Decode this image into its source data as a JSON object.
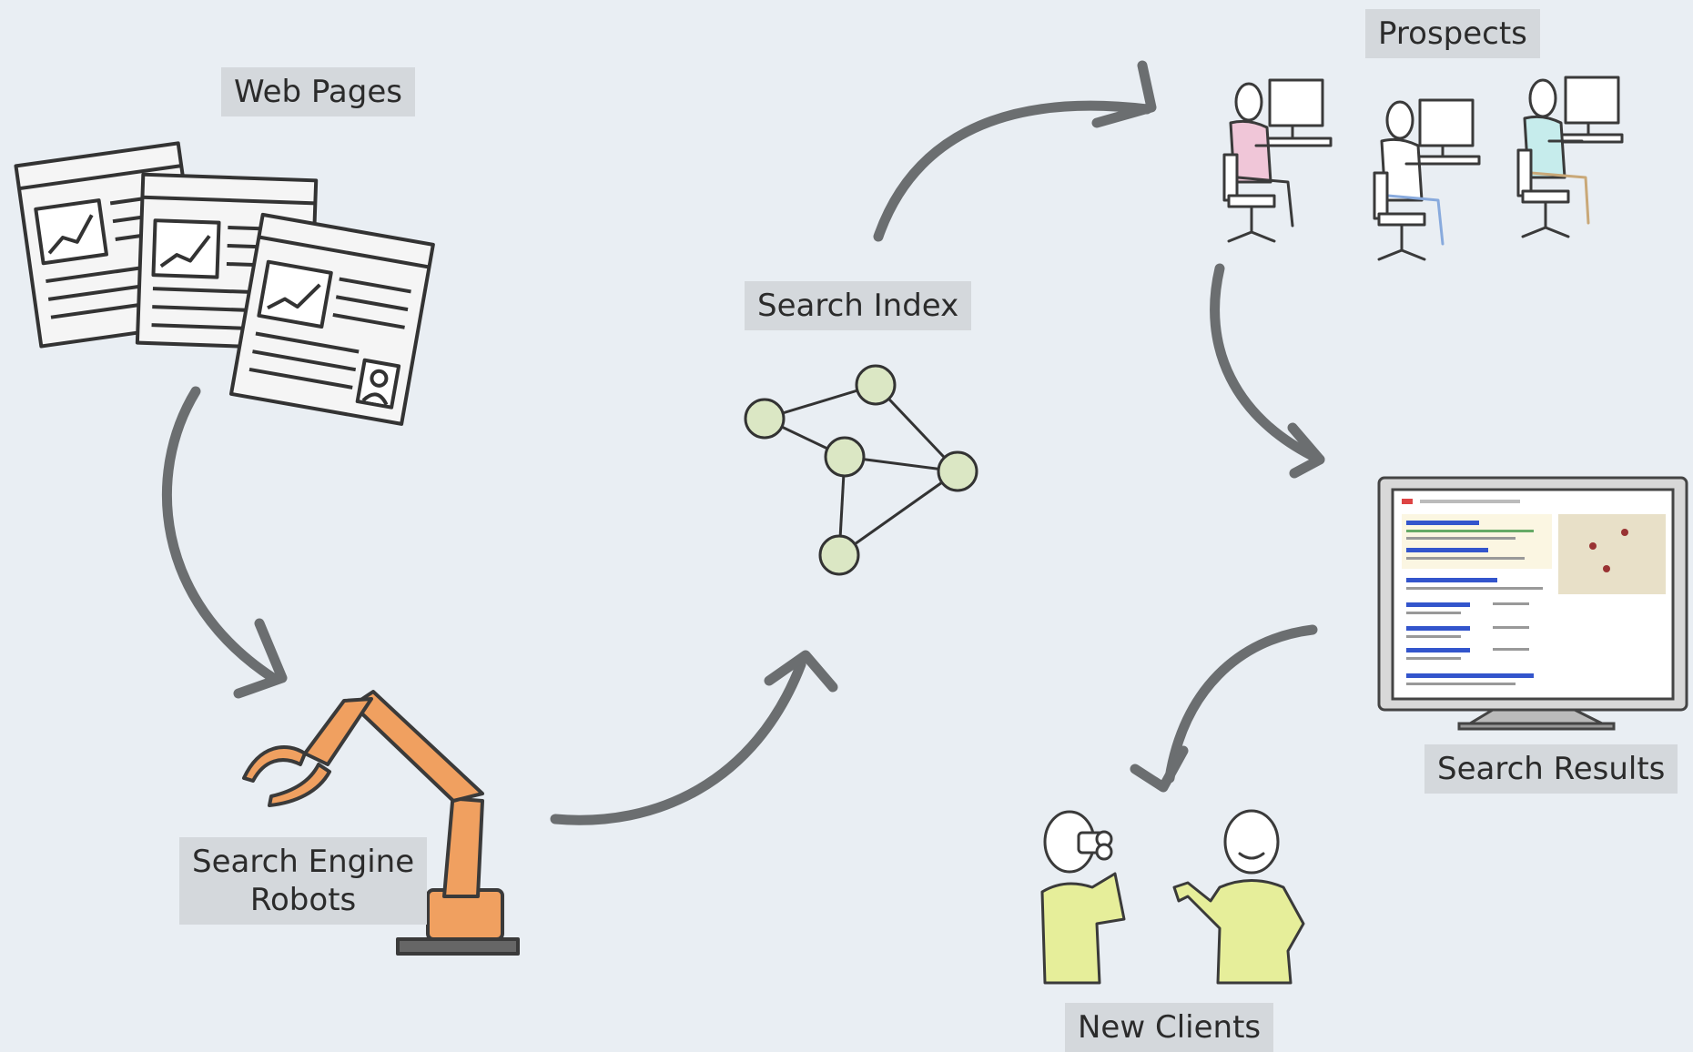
{
  "labels": {
    "web_pages": "Web Pages",
    "search_engine_robots_line1": "Search Engine",
    "search_engine_robots_line2": "Robots",
    "search_index": "Search Index",
    "prospects": "Prospects",
    "search_results": "Search Results",
    "new_clients": "New Clients"
  },
  "colors": {
    "background": "#e9eef3",
    "label_bg": "#d4d8dc",
    "arrow": "#6b6e70",
    "robot_orange": "#f0a060",
    "node_fill": "#dbe7c4",
    "person_yellow": "#e6ee9a",
    "prospect_pink": "#f0c6d8",
    "prospect_cyan": "#c6ecec",
    "prospect_tan": "#ead8c0"
  },
  "icons": [
    "web-pages-icon",
    "robot-arm-icon",
    "network-graph-icon",
    "prospects-icon",
    "monitor-icon",
    "new-clients-icon"
  ]
}
